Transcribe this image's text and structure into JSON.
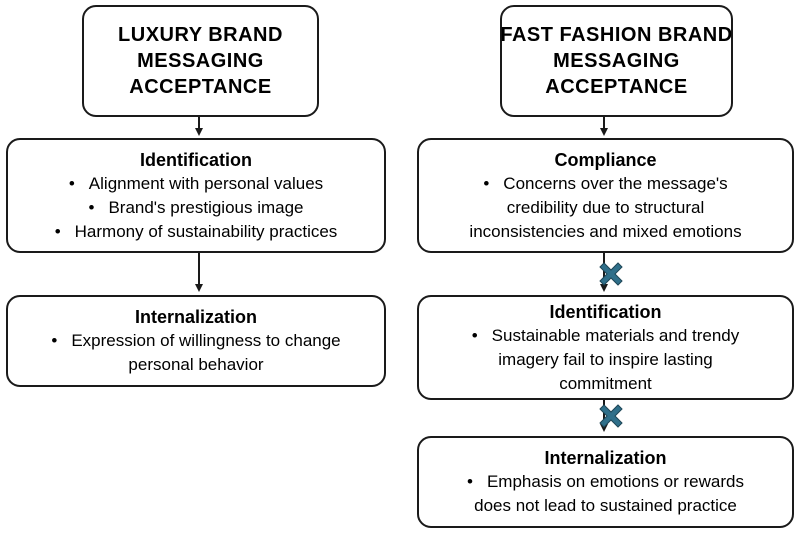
{
  "left_column": {
    "header": {
      "lines": [
        "LUXURY BRAND",
        "MESSAGING",
        "ACCEPTANCE"
      ]
    },
    "steps": [
      {
        "title": "Identification",
        "lines": [
          "Alignment with personal values",
          "Brand's prestigious image",
          "Harmony of sustainability practices"
        ]
      },
      {
        "title": "Internalization",
        "lines": [
          "Expression of willingness to change",
          "personal behavior"
        ]
      }
    ]
  },
  "right_column": {
    "header": {
      "lines": [
        "FAST FASHION BRAND",
        "MESSAGING",
        "ACCEPTANCE"
      ]
    },
    "steps": [
      {
        "title": "Compliance",
        "lines": [
          "Concerns over the message's",
          "credibility due to structural",
          "inconsistencies and mixed emotions"
        ]
      },
      {
        "title": "Identification",
        "lines": [
          "Sustainable materials and trendy",
          "imagery fail to inspire lasting",
          "commitment"
        ]
      },
      {
        "title": "Internalization",
        "lines": [
          "Emphasis on emotions or rewards",
          "does not lead to sustained practice"
        ]
      }
    ]
  },
  "bullet_symbol": "•",
  "colors": {
    "border": "#1a1a1a",
    "blocked_marker": "#2f6f8a",
    "blocked_marker_outline": "#1d4556"
  },
  "icons": {
    "blocked_transition": "x-mark-icon"
  }
}
